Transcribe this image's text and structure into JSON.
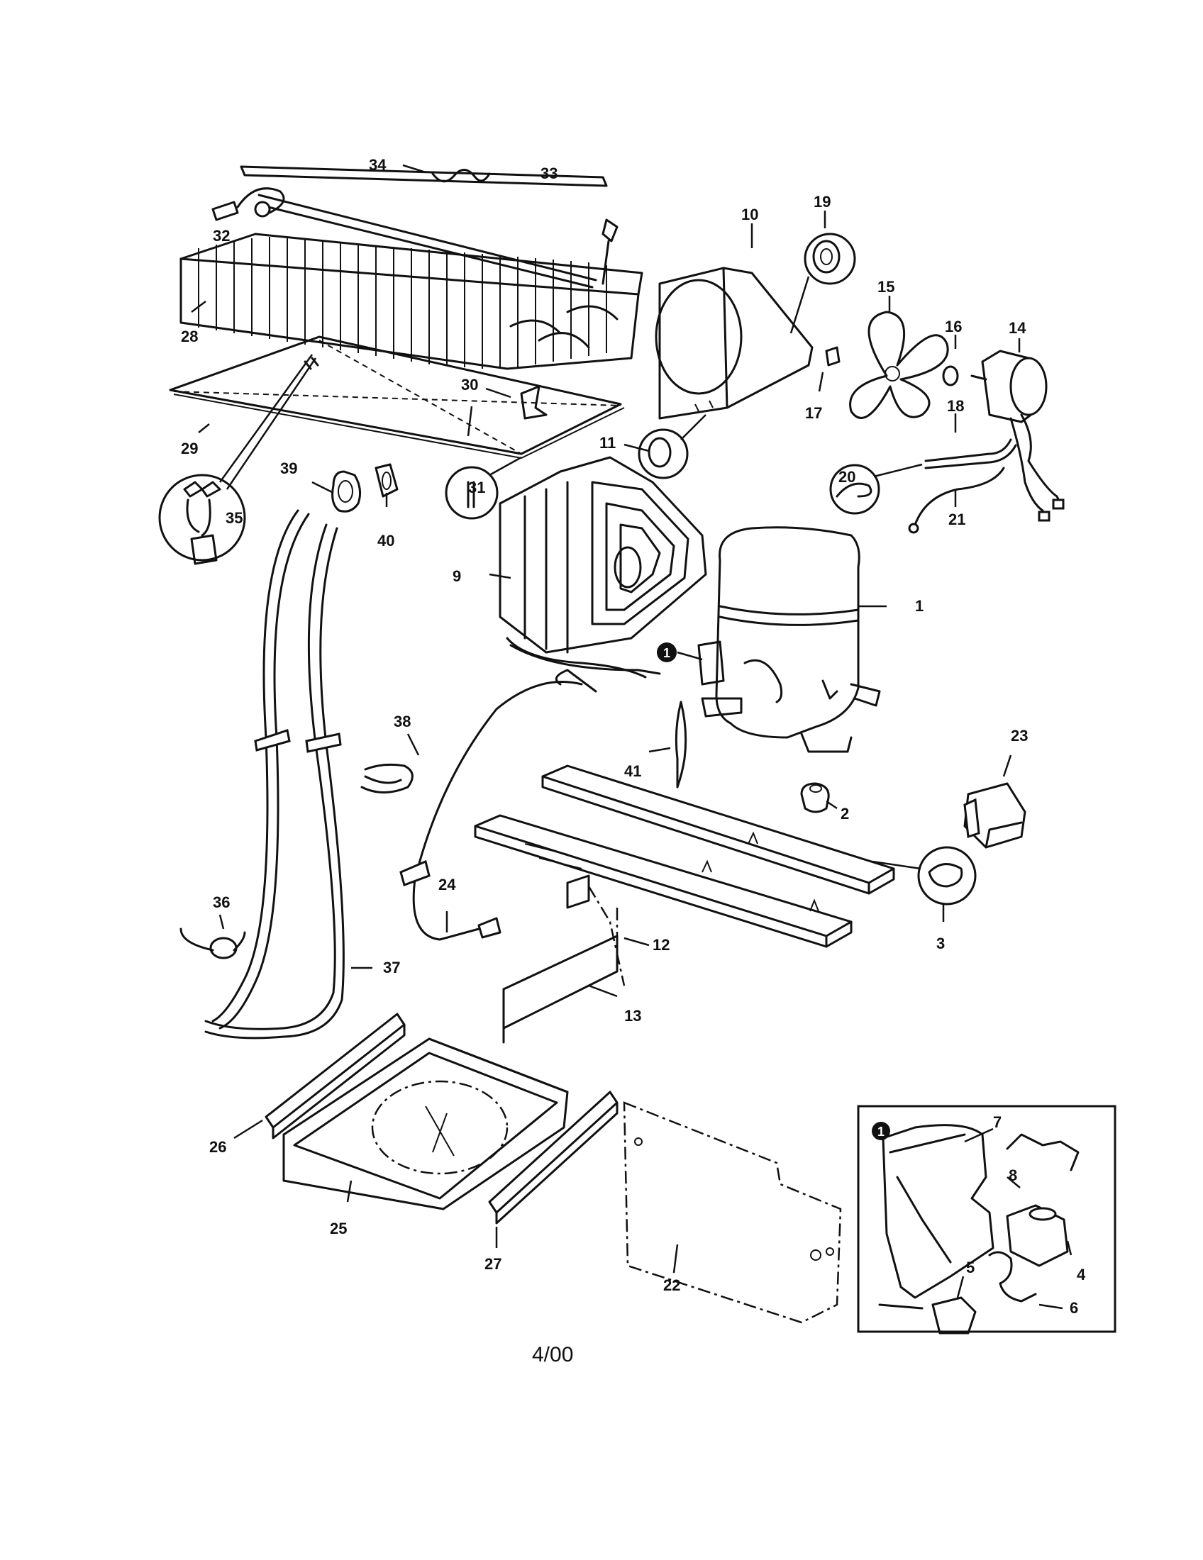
{
  "callouts": {
    "c1": "1",
    "c2": "2",
    "c3": "3",
    "c4": "4",
    "c5": "5",
    "c6": "6",
    "c7": "7",
    "c8": "8",
    "c9": "9",
    "c10": "10",
    "c11": "11",
    "c12": "12",
    "c13": "13",
    "c14": "14",
    "c15": "15",
    "c16": "16",
    "c17": "17",
    "c18": "18",
    "c19": "19",
    "c20": "20",
    "c21": "21",
    "c22": "22",
    "c23": "23",
    "c24": "24",
    "c25": "25",
    "c26": "26",
    "c27": "27",
    "c28": "28",
    "c29": "29",
    "c30": "30",
    "c31": "31",
    "c32": "32",
    "c33": "33",
    "c34": "34",
    "c35": "35",
    "c36": "36",
    "c37": "37",
    "c38": "38",
    "c39": "39",
    "c40": "40",
    "c41": "41"
  },
  "inset": {
    "marker": "1"
  },
  "compressor_marker": "1",
  "footer": {
    "revision": "4/00"
  }
}
